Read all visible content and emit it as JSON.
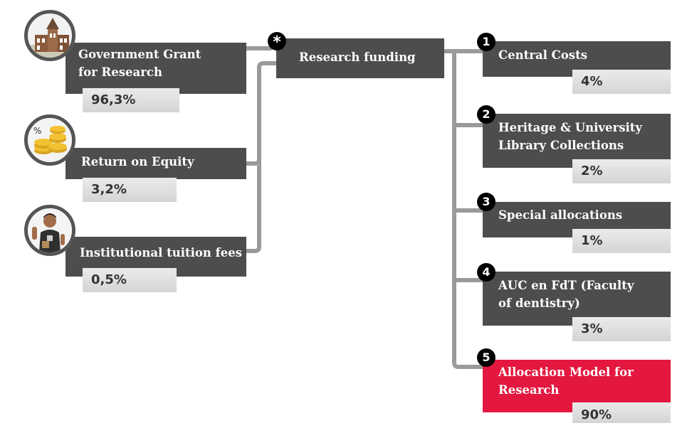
{
  "sources": [
    {
      "label_line1": "Government Grant",
      "label_line2": "for Research",
      "percent": "96,3%",
      "icon": "university-building-icon"
    },
    {
      "label_line1": "Return on Equity",
      "percent": "3,2%",
      "icon": "coins-icon"
    },
    {
      "label_line1": "Institutional tuition fees",
      "percent": "0,5%",
      "icon": "student-icon"
    }
  ],
  "hub": {
    "label": "Research funding",
    "marker": "*"
  },
  "allocations": [
    {
      "num": "1",
      "line1": "Central Costs",
      "line2": "",
      "percent": "4%"
    },
    {
      "num": "2",
      "line1": "Heritage & University",
      "line2": "Library Collections",
      "percent": "2%"
    },
    {
      "num": "3",
      "line1": "Special allocations",
      "line2": "",
      "percent": "1%"
    },
    {
      "num": "4",
      "line1": "AUC en FdT (Faculty",
      "line2": "of dentistry)",
      "percent": "3%"
    },
    {
      "num": "5",
      "line1": "Allocation Model for",
      "line2": "Research",
      "percent": "90%"
    }
  ],
  "colors": {
    "box": "#4d4d4d",
    "highlight": "#e3173f",
    "connector": "#9a9a9a",
    "badge": "#000000"
  }
}
